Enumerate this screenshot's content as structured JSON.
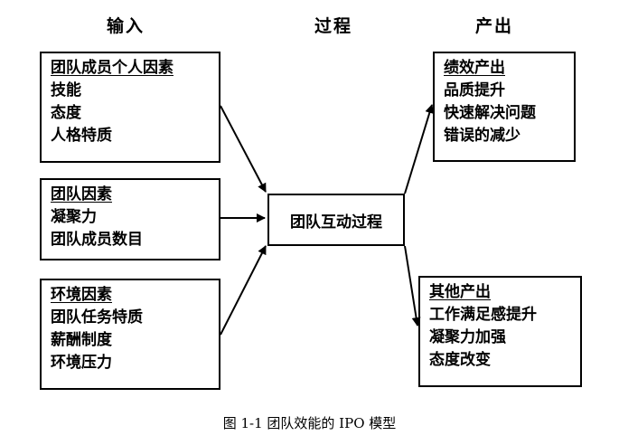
{
  "headers": {
    "input": "输入",
    "process": "过程",
    "output": "产出"
  },
  "inputs": [
    {
      "title": "团队成员个人因素",
      "items": [
        "技能",
        "态度",
        "人格特质"
      ]
    },
    {
      "title": "团队因素",
      "items": [
        "凝聚力",
        "团队成员数目"
      ]
    },
    {
      "title": "环境因素",
      "items": [
        "团队任务特质",
        "薪酬制度",
        "环境压力"
      ]
    }
  ],
  "process": {
    "label": "团队互动过程"
  },
  "outputs": [
    {
      "title": "绩效产出",
      "items": [
        "品质提升",
        "快速解决问题",
        "错误的减少"
      ]
    },
    {
      "title": "其他产出",
      "items": [
        "工作满足感提升",
        "凝聚力加强",
        "态度改变"
      ]
    }
  ],
  "caption": "图 1-1 团队效能的 IPO 模型"
}
